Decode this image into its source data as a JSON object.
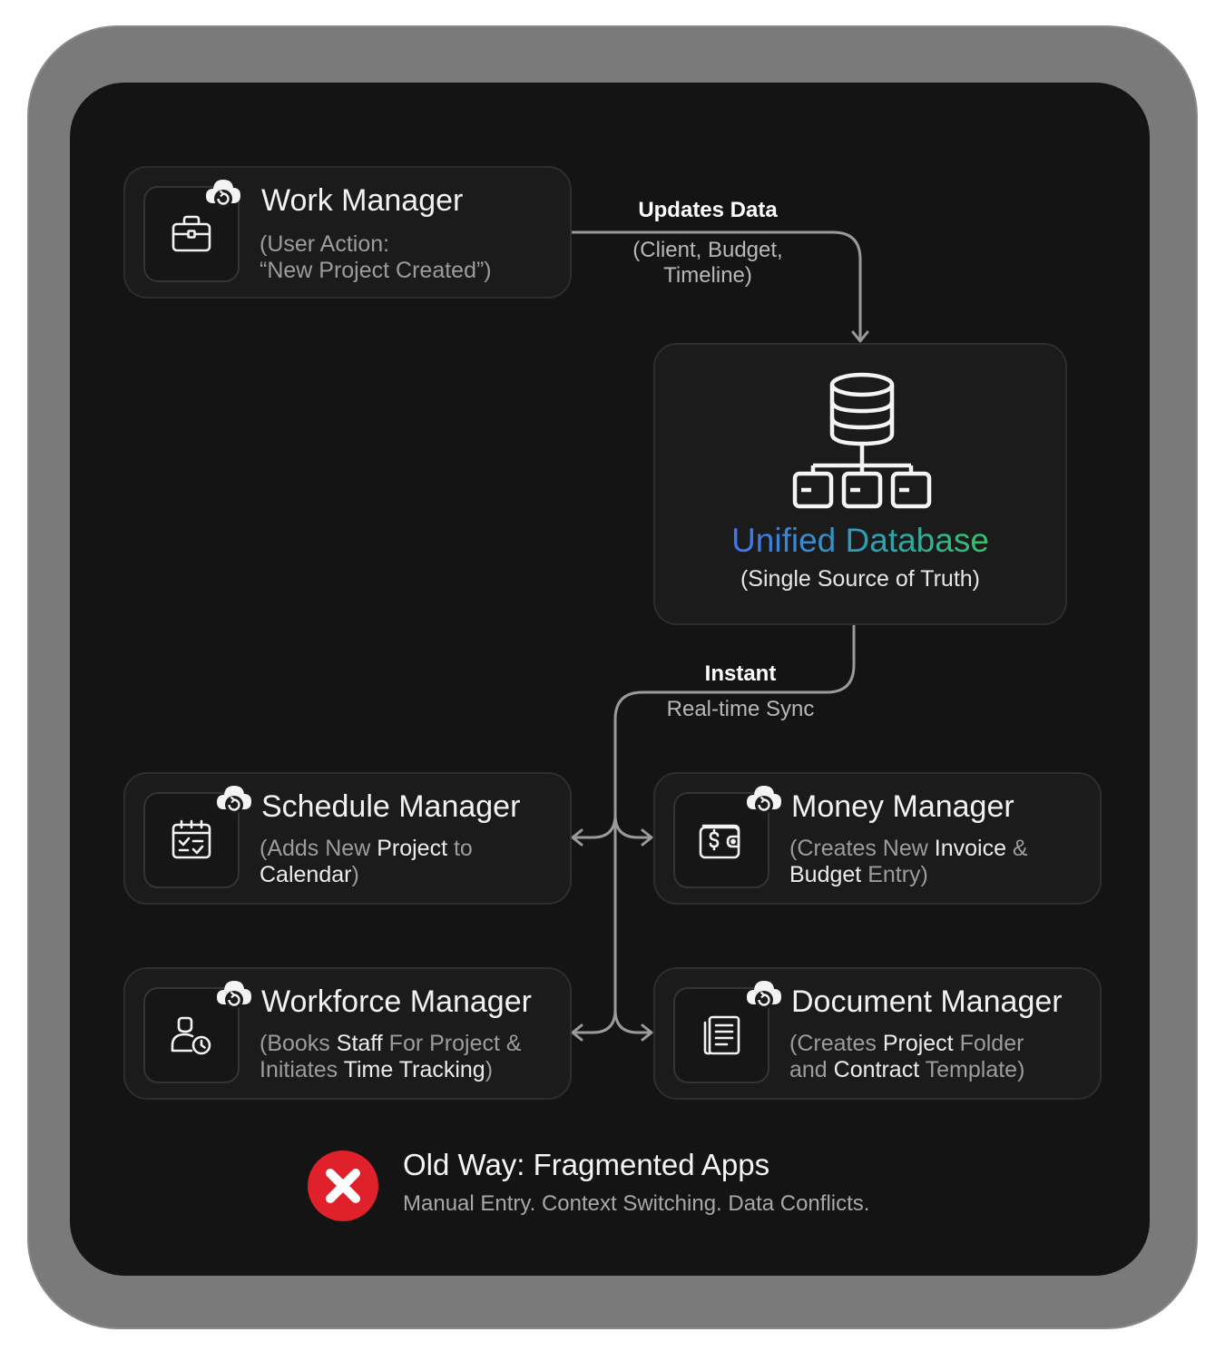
{
  "work_manager": {
    "title": "Work Manager",
    "desc_line1": "(User Action:",
    "desc_line2": "“New Project Created”)"
  },
  "flow_top": {
    "label": "Updates Data",
    "detail_line1": "(Client, Budget,",
    "detail_line2": "Timeline)"
  },
  "database": {
    "title": "Unified Database",
    "subtitle": "(Single Source of Truth)"
  },
  "flow_bottom": {
    "label": "Instant",
    "detail": "Real-time Sync"
  },
  "schedule_manager": {
    "title": "Schedule Manager",
    "desc": [
      [
        "(Adds New ",
        "Project",
        " to"
      ],
      [
        "",
        "Calendar",
        ")"
      ]
    ]
  },
  "money_manager": {
    "title": "Money Manager",
    "desc": [
      [
        "(Creates New ",
        "Invoice",
        " &"
      ],
      [
        "",
        "Budget",
        " Entry)"
      ]
    ]
  },
  "workforce_manager": {
    "title": "Workforce Manager",
    "desc": [
      [
        "(Books ",
        "Staff",
        " For Project &"
      ],
      [
        "Initiates ",
        "Time Tracking",
        ")"
      ]
    ]
  },
  "document_manager": {
    "title": "Document Manager",
    "desc": [
      [
        "(Creates ",
        "Project",
        " Folder"
      ],
      [
        "and ",
        "Contract",
        " Template)"
      ]
    ]
  },
  "old_way": {
    "title": "Old Way: Fragmented Apps",
    "desc": "Manual Entry. Context Switching. Data Conflicts."
  },
  "icons": {
    "work": "briefcase-icon",
    "schedule": "calendar-check-icon",
    "money": "wallet-dollar-icon",
    "workforce": "person-clock-icon",
    "document": "document-icon",
    "database": "database-network-icon",
    "cloud": "cloud-sync-icon",
    "old_way": "red-x-icon"
  },
  "colors": {
    "db_gradient_start": "#3f74f0",
    "db_gradient_end": "#35c26e",
    "old_way_red": "#e0202a"
  }
}
